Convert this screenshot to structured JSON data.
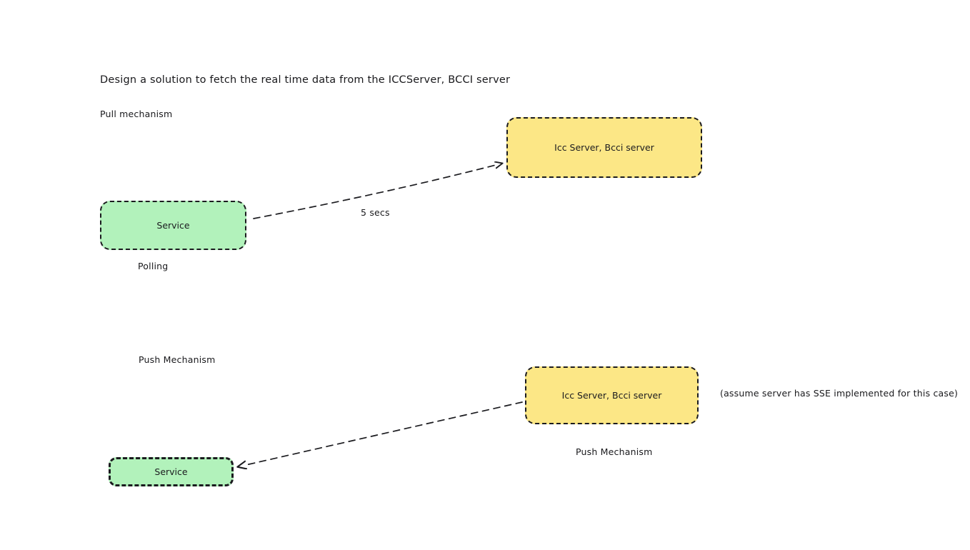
{
  "diagram": {
    "title": "Design a solution to fetch the real time data from the ICCServer, BCCI server",
    "background_color": "#ffffff",
    "stroke_color": "#1b1b1f",
    "sections": {
      "pull": {
        "heading": "Pull mechanism",
        "nodes": {
          "service": {
            "label": "Service",
            "fill_color": "#b2f2bb",
            "caption": "Polling"
          },
          "server": {
            "label": "Icc Server, Bcci server",
            "fill_color": "#fce786"
          }
        },
        "connector": {
          "label": "5 secs",
          "style": "dashed",
          "direction": "service-to-server"
        }
      },
      "push": {
        "heading": "Push Mechanism",
        "nodes": {
          "server": {
            "label": "Icc Server, Bcci server",
            "fill_color": "#fce786",
            "caption": "Push Mechanism"
          },
          "service": {
            "label": "Service",
            "fill_color": "#b2f2bb"
          }
        },
        "connector": {
          "style": "dashed",
          "direction": "server-to-service"
        },
        "note": "(assume server has SSE implemented for this case)"
      }
    }
  }
}
